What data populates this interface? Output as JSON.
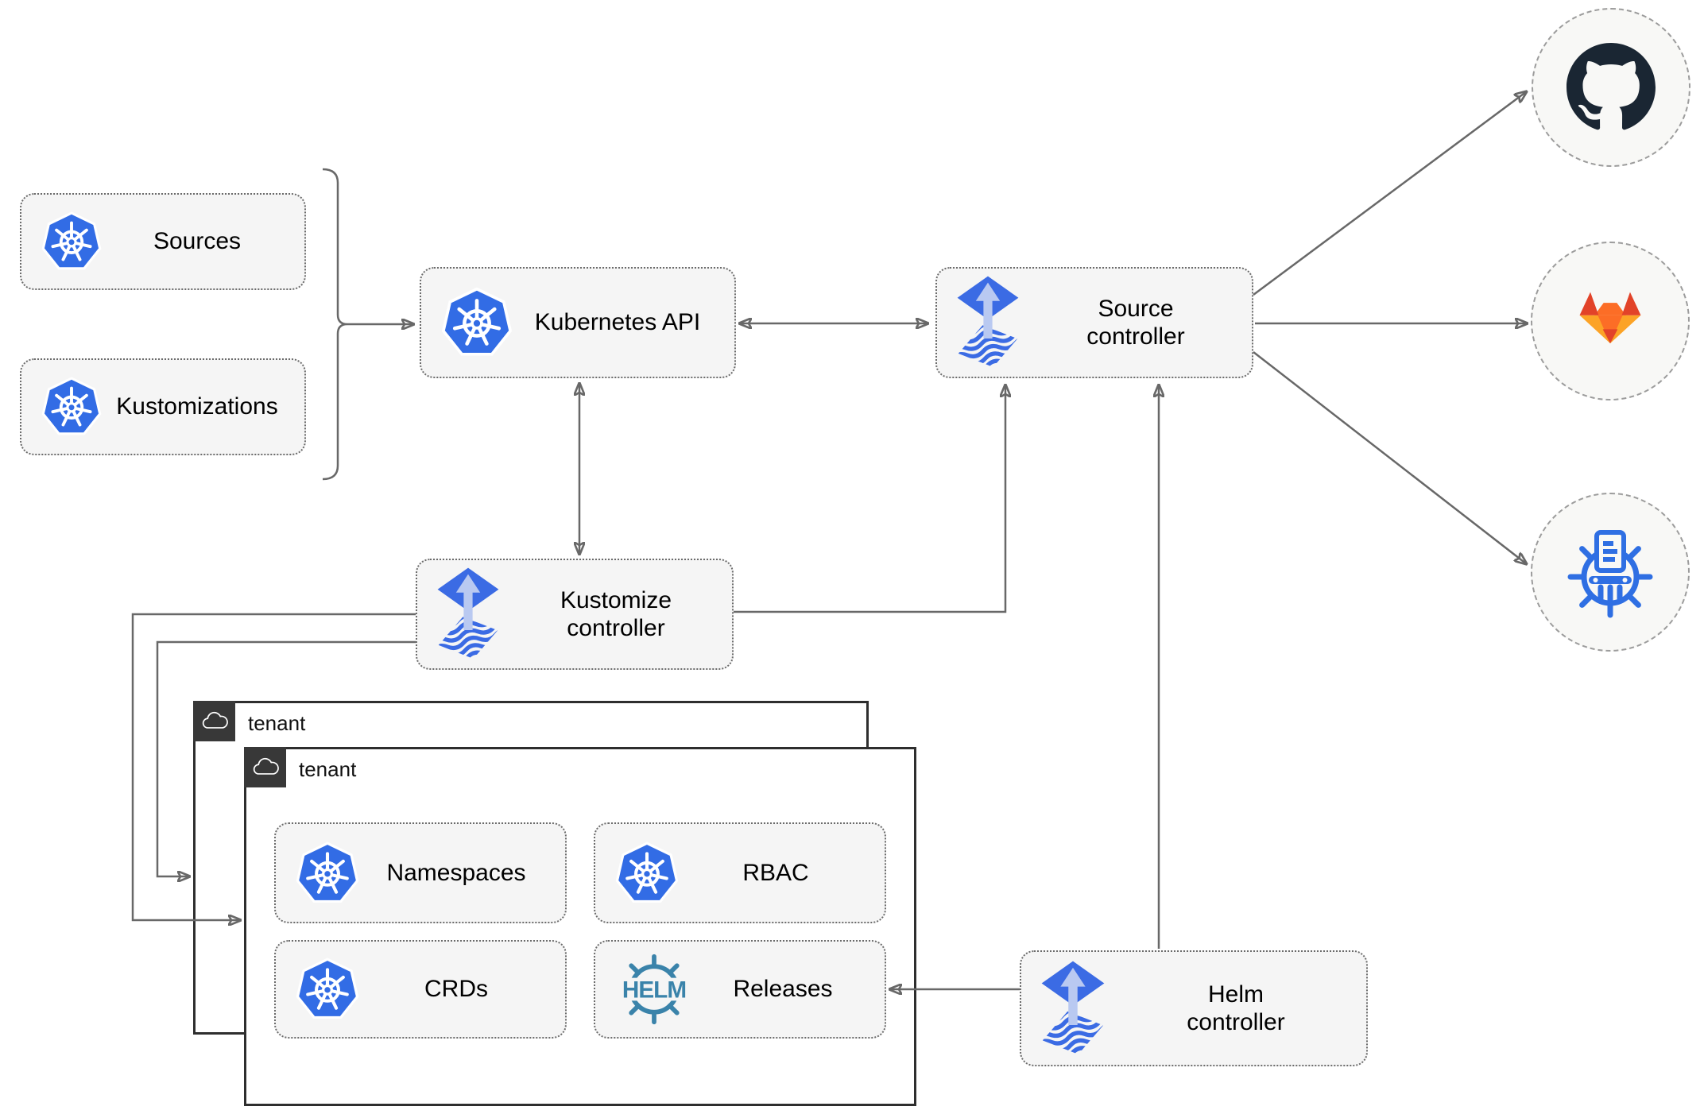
{
  "diagram": {
    "nodes": {
      "sources": {
        "label": "Sources"
      },
      "kustomizations": {
        "label": "Kustomizations"
      },
      "kubernetes_api": {
        "label": "Kubernetes API"
      },
      "source_controller": {
        "label": "Source controller"
      },
      "kustomize_controller": {
        "label": "Kustomize controller"
      },
      "helm_controller": {
        "label": "Helm controller"
      },
      "namespaces": {
        "label": "Namespaces"
      },
      "rbac": {
        "label": "RBAC"
      },
      "crds": {
        "label": "CRDs"
      },
      "releases": {
        "label": "Releases"
      }
    },
    "tenants": {
      "back": {
        "label": "tenant"
      },
      "front": {
        "label": "tenant"
      }
    },
    "logos": {
      "helm_text": "HELM"
    },
    "endpoints": {
      "github": {
        "icon": "github-icon"
      },
      "gitlab": {
        "icon": "gitlab-icon"
      },
      "chartmuseum": {
        "icon": "chartmuseum-icon"
      }
    },
    "colors": {
      "kubernetes_blue": "#326ce5",
      "flux_blue": "#3b6be4",
      "flux_arrow_light": "#b9c9f1",
      "helm_teal": "#3a83aa",
      "github_dark": "#1a2633",
      "gitlab_dark_orange": "#e24329",
      "gitlab_orange": "#fc6d26",
      "gitlab_light_orange": "#fca326",
      "chartmuseum_blue": "#2f6fe3",
      "node_fill": "#f5f5f5",
      "line_gray": "#686868",
      "tenant_tab": "#383838"
    }
  }
}
